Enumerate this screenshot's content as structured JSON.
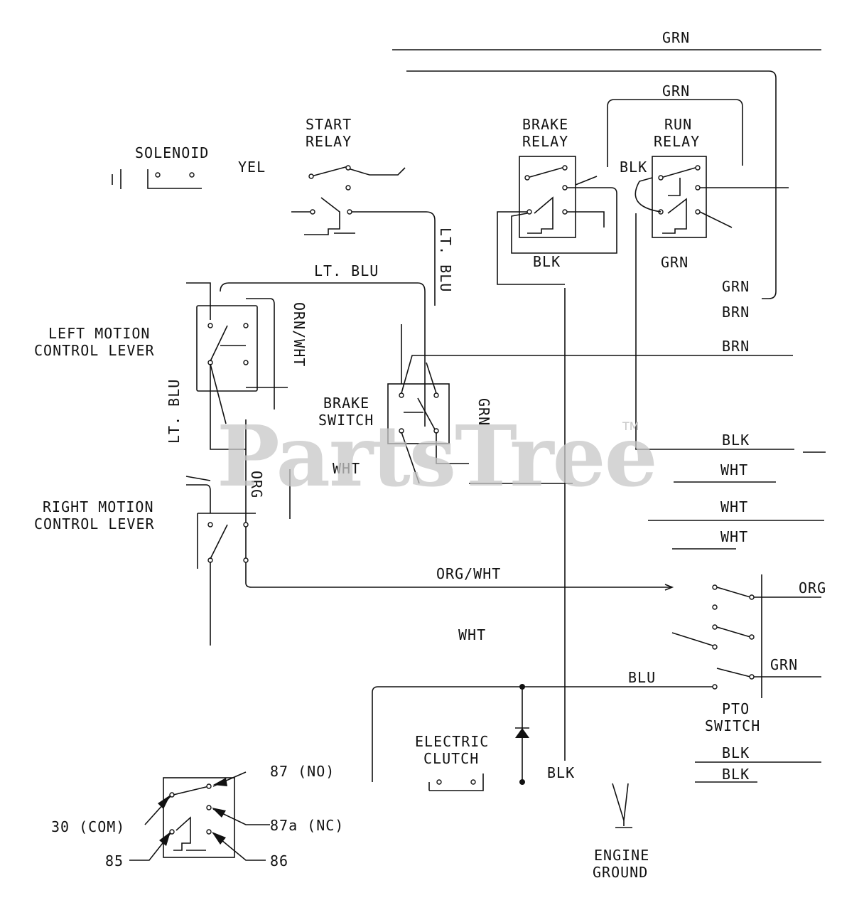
{
  "labels": {
    "grn_top": "GRN",
    "grn_loop": "GRN",
    "start_relay_1": "START",
    "start_relay_2": "RELAY",
    "brake_relay_1": "BRAKE",
    "brake_relay_2": "RELAY",
    "run_relay_1": "RUN",
    "run_relay_2": "RELAY",
    "solenoid": "SOLENOID",
    "yel": "YEL",
    "blk_run": "BLK",
    "blk_brake": "BLK",
    "grn_run": "GRN",
    "grn_right": "GRN",
    "brn_1": "BRN",
    "brn_2": "BRN",
    "lt_blu_vert": "LT. BLU",
    "lt_blu_horiz": "LT. BLU",
    "lt_blu_left": "LT. BLU",
    "orn_wht_vert": "ORN/WHT",
    "left_lever_1": "LEFT MOTION",
    "left_lever_2": "CONTROL LEVER",
    "brake_switch_1": "BRAKE",
    "brake_switch_2": "SWITCH",
    "grn_brake": "GRN",
    "orn_vert": "ORG",
    "wht_mid": "WHT",
    "blk_right": "BLK",
    "wht_r1": "WHT",
    "wht_r2": "WHT",
    "wht_r3": "WHT",
    "right_lever_1": "RIGHT MOTION",
    "right_lever_2": "CONTROL LEVER",
    "org_wht": "ORG/WHT",
    "org_right": "ORG",
    "wht_lower": "WHT",
    "grn_pto": "GRN",
    "blu": "BLU",
    "pto_1": "PTO",
    "pto_2": "SWITCH",
    "blk_pto1": "BLK",
    "blk_pto2": "BLK",
    "electric_clutch_1": "ELECTRIC",
    "electric_clutch_2": "CLUTCH",
    "blk_bottom": "BLK",
    "engine_ground_1": "ENGINE",
    "engine_ground_2": "GROUND",
    "relay_87": "87 (NO)",
    "relay_30": "30 (COM)",
    "relay_87a": "87a (NC)",
    "relay_85": "85",
    "relay_86": "86"
  },
  "watermark": "PartsTree",
  "watermark_tm": "TM"
}
